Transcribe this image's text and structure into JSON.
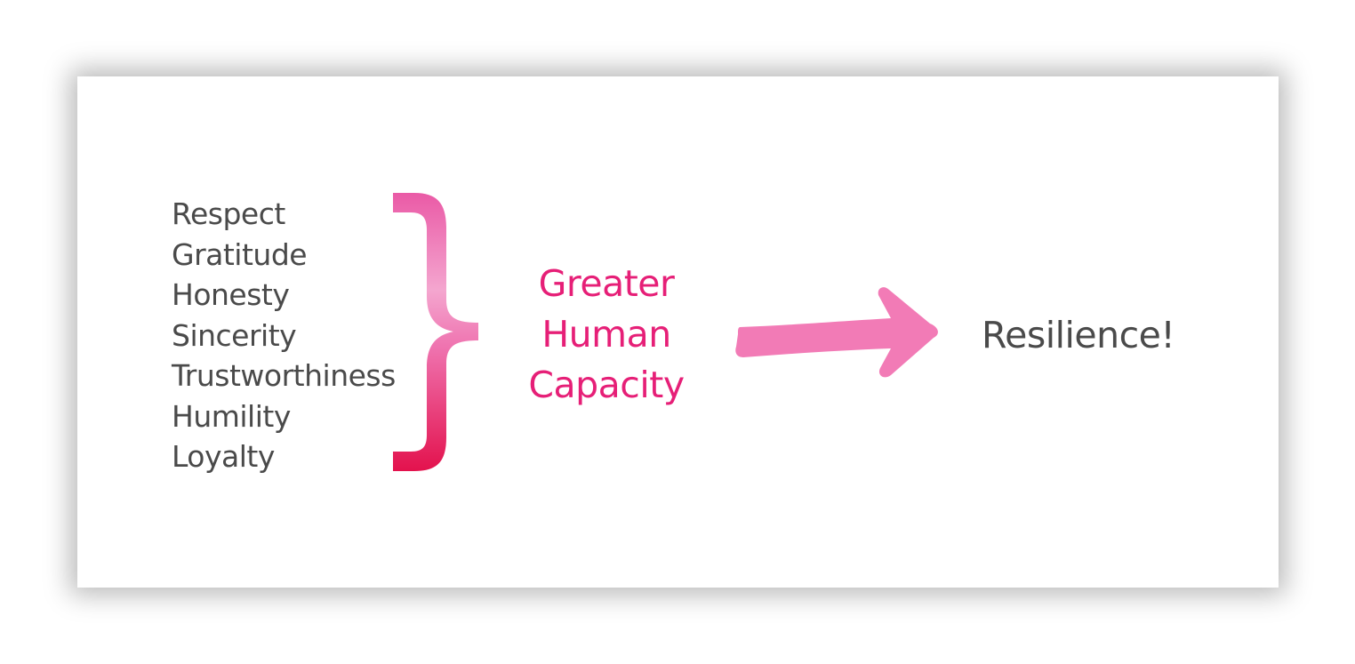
{
  "values": [
    {
      "label": "Respect"
    },
    {
      "label": "Gratitude"
    },
    {
      "label": "Honesty"
    },
    {
      "label": "Sincerity"
    },
    {
      "label": "Trustworthiness"
    },
    {
      "label": "Humility"
    },
    {
      "label": "Loyalty"
    }
  ],
  "capacity": {
    "line1": "Greater",
    "line2": "Human",
    "line3": "Capacity"
  },
  "result": {
    "label": "Resilience!"
  },
  "icons": {
    "brace": "right-curly-brace-icon",
    "arrow": "right-arrow-icon"
  },
  "colors": {
    "text_dark": "#4a4a4a",
    "accent_pink": "#e61f77",
    "brace_light": "#f08cc0",
    "brace_dark": "#e3124d",
    "arrow": "#f27bb6"
  }
}
